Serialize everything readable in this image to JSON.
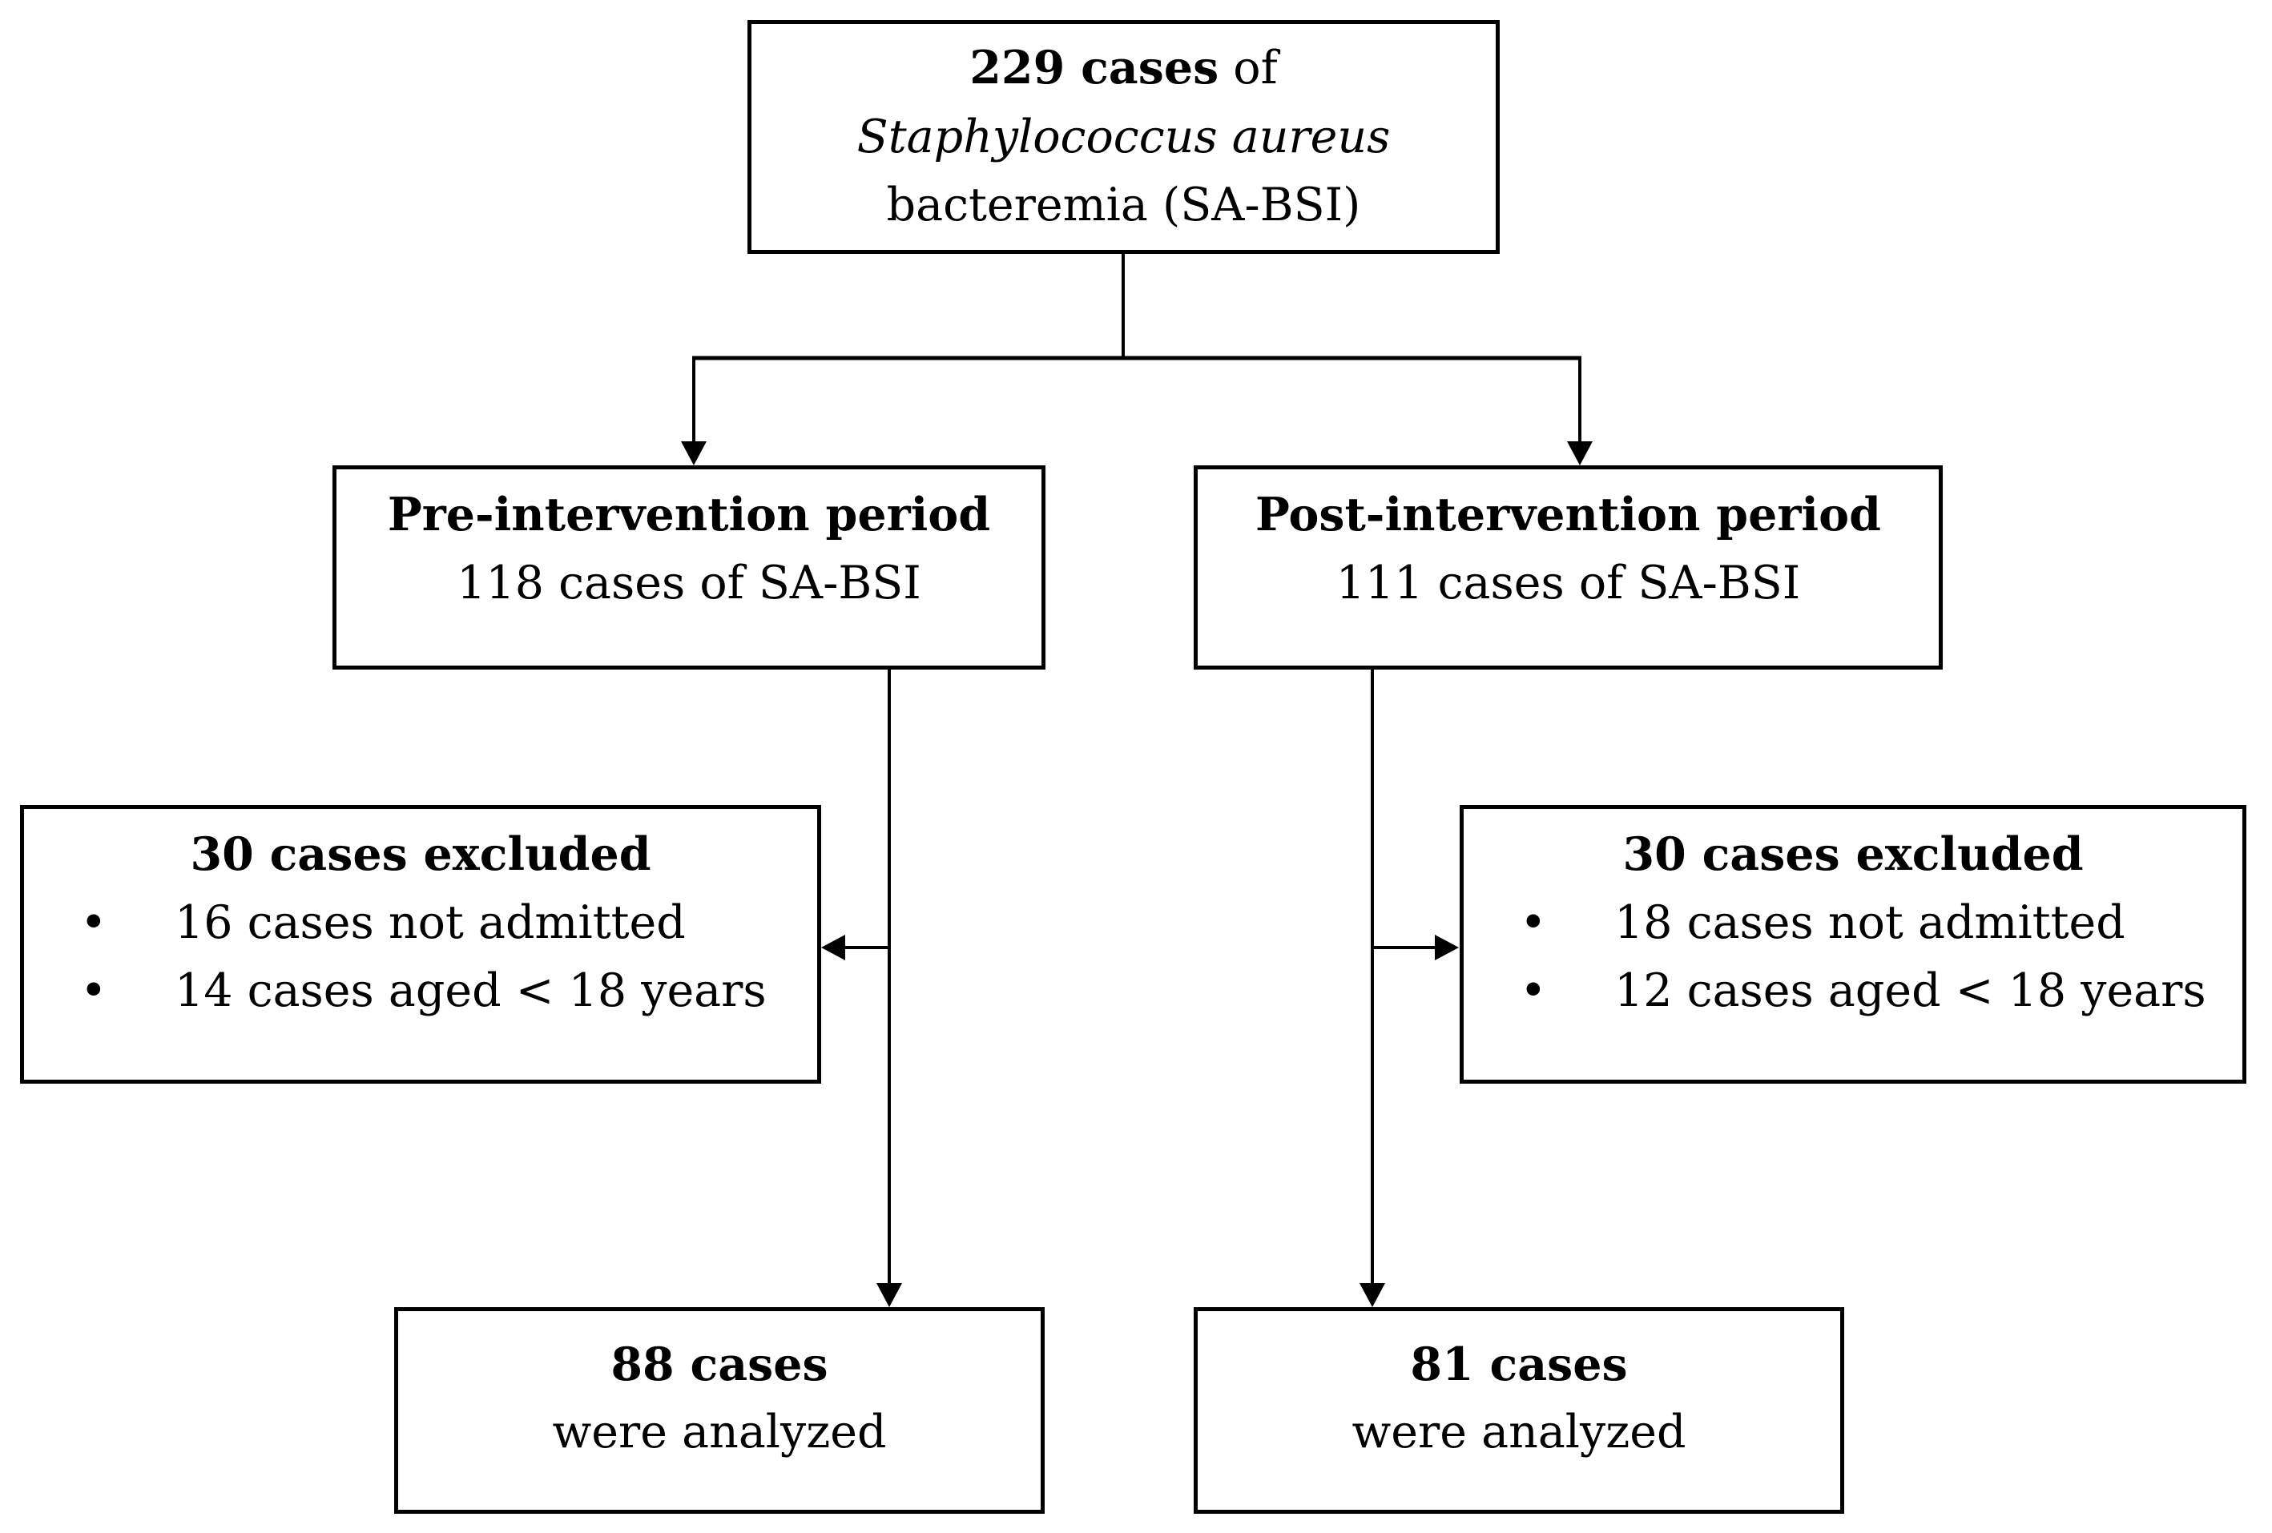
{
  "figure": {
    "background": "#ffffff",
    "line_color": "#000000",
    "bullet_char": "•",
    "top_box": {
      "count": "229 cases",
      "count_suffix": " of",
      "organism": "Staphylococcus aureus",
      "line3": "bacteremia (SA-BSI)"
    },
    "pre_box": {
      "title": "Pre-intervention period",
      "subtitle": "118 cases of SA-BSI"
    },
    "post_box": {
      "title": "Post-intervention period",
      "subtitle": "111 cases of SA-BSI"
    },
    "pre_excluded_box": {
      "title": "30 cases excluded",
      "bullets": [
        "16 cases not admitted",
        "14 cases aged < 18 years"
      ]
    },
    "post_excluded_box": {
      "title": "30 cases excluded",
      "bullets": [
        "18 cases not admitted",
        "12 cases aged < 18 years"
      ]
    },
    "pre_final_box": {
      "count": "88 cases",
      "line2": "were analyzed"
    },
    "post_final_box": {
      "count": "81 cases",
      "line2": "were analyzed"
    }
  }
}
